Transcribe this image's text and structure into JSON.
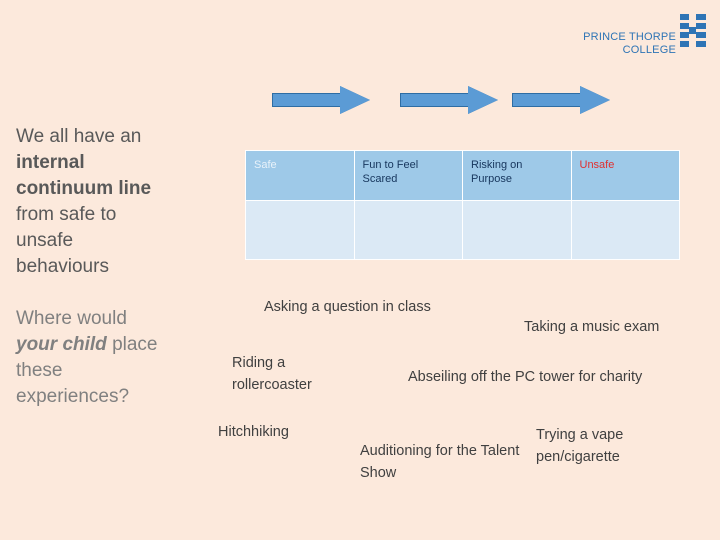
{
  "logo": {
    "name_line1": "PRINCE THORPE",
    "name_line2": "COLLEGE",
    "mark_name": "princethorpe-college-logo",
    "color": "#2e74b5"
  },
  "arrows": {
    "count": 3,
    "color": "#5b9bd5",
    "outline": "#2e6da4",
    "items": [
      "arrow-1",
      "arrow-2",
      "arrow-3"
    ]
  },
  "left": {
    "paragraph1": [
      {
        "text": "We all have an",
        "bold": false
      },
      {
        "text": "internal",
        "bold": true
      },
      {
        "text": "continuum line",
        "bold": true
      },
      {
        "text": "from safe to",
        "bold": false
      },
      {
        "text": "unsafe",
        "bold": false
      },
      {
        "text": "behaviours",
        "bold": false
      }
    ],
    "paragraph2": {
      "line1": "Where would",
      "line2_italic": "your child",
      "line2_rest": " place",
      "line3": "these",
      "line4": "experiences?"
    }
  },
  "table": {
    "headers": [
      {
        "label": "Safe",
        "color": "#e8f2fa"
      },
      {
        "label": "Fun to Feel Scared",
        "color": "#17365d"
      },
      {
        "label": "Risking on Purpose",
        "color": "#17365d"
      },
      {
        "label": "Unsafe",
        "color": "#e03030"
      }
    ],
    "header_bg": "#9ec9e8",
    "body_bg": "#dbe9f5",
    "blank_row_cells": [
      "",
      "",
      "",
      ""
    ]
  },
  "experiences": [
    {
      "id": "asking-a-question-in-class",
      "text": "Asking a question in class"
    },
    {
      "id": "taking-a-music-exam",
      "text": "Taking a music exam"
    },
    {
      "id": "riding-a-rollercoaster",
      "text": "Riding a rollercoaster"
    },
    {
      "id": "abseiling-off-the-pc-tower",
      "text": "Abseiling off the PC tower for charity"
    },
    {
      "id": "hitchhiking",
      "text": "Hitchhiking"
    },
    {
      "id": "auditioning-for-the-talent-show",
      "text": "Auditioning for the Talent Show"
    },
    {
      "id": "trying-a-vape",
      "text": "Trying a vape pen/cigarette"
    }
  ],
  "colors": {
    "background": "#fce9dc",
    "accent_blue": "#5b9bd5",
    "heading_gray": "#595959",
    "body_gray": "#404040"
  }
}
